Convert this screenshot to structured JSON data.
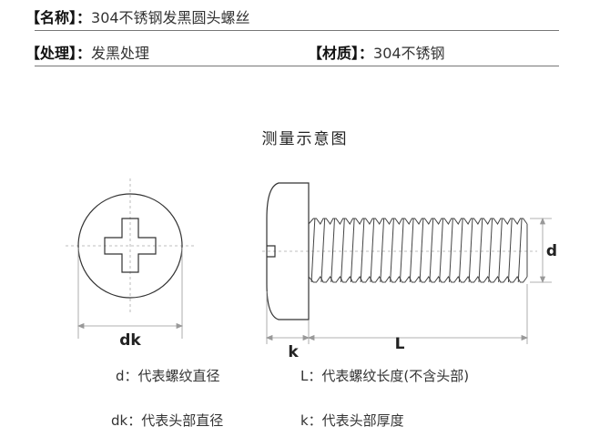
{
  "specs": {
    "name": {
      "label": "【名称】：",
      "value": "304不锈钢发黑圆头螺丝"
    },
    "treatment": {
      "label": "【处理】：",
      "value": "发黑处理"
    },
    "material": {
      "label": "【材质】：",
      "value": "304不锈钢"
    }
  },
  "diagram": {
    "title": "测量示意图",
    "labels": {
      "dk": "dk",
      "k": "k",
      "L": "L",
      "d": "d"
    }
  },
  "legend": [
    {
      "text": "d：代表螺纹直径"
    },
    {
      "text": "L：代表螺纹长度(不含头部)"
    },
    {
      "text": "dk：代表头部直径"
    },
    {
      "text": "k：代表头部厚度"
    }
  ]
}
